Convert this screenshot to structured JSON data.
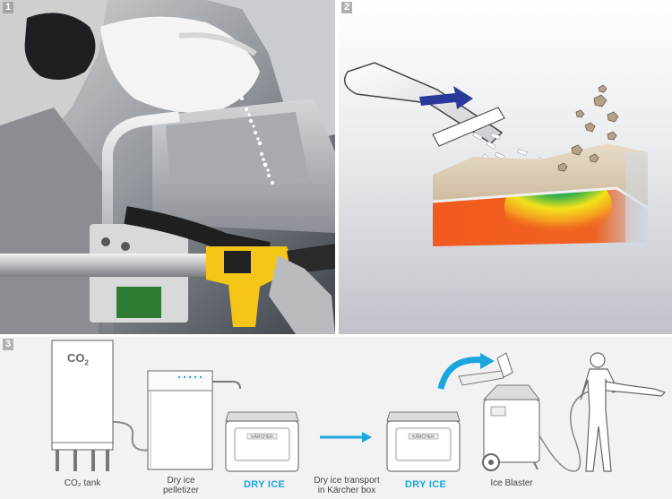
{
  "panels": [
    {
      "number": "1"
    },
    {
      "number": "2"
    },
    {
      "number": "3"
    }
  ],
  "process": {
    "tank_symbol": "CO",
    "tank_symbol_sub": "2",
    "tank_label": "CO₂ tank",
    "pelletizer_label_line1": "Dry ice",
    "pelletizer_label_line2": "pelletizer",
    "dry_ice_label_1": "DRY ICE",
    "transport_label_line1": "Dry ice transport",
    "transport_label_line2": "in Kärcher box",
    "dry_ice_label_2": "DRY ICE",
    "blaster_label": "Ice Blaster",
    "box_brand": "KÄRCHER"
  },
  "colors": {
    "accent_blue": "#1aa6df",
    "arrow_navy": "#2b3a9a",
    "substrate_orange": "#f25a1f",
    "pellet_white": "#ffffff"
  }
}
